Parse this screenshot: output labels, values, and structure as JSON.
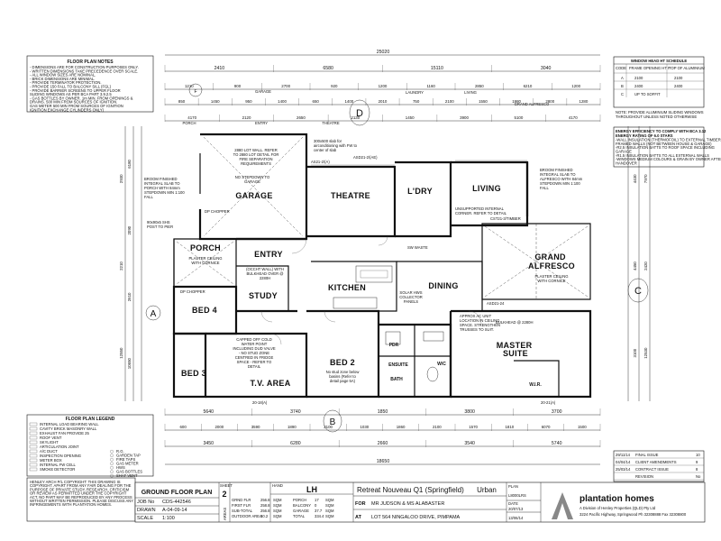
{
  "notes_title": "FLOOR PLAN NOTES",
  "notes": [
    "- DIMENSIONS ARE FOR CONSTRUCTION PURPOSES ONLY.",
    "- WRITTEN DIMENSIONS TAKE PRECEDENCE OVER SCALE.",
    "- ALL WINDOW SIZES ARE NOMINAL.",
    "- BRICK DIMENSIONS ARE MINIMAL.",
    "- PROVIDE TERMINATOR PROTECTION.",
    "- PROVIDE 150 FALL TO BALCONY SILL (FGL)",
    "- PROVIDE BARRIER SCREENS TO UPPER FLOOR",
    "  SLIDING WINDOWS AS PER BCA PART 3.9.2.5",
    "- GAS BOTTLES BY OWNER. 1m MIN. FROM OPENINGS &",
    "  DRAINS. 500 MIN FROM SOURCES OF IGNITION.",
    "  GAS METER 500 MIN FROM SOURCES OF IGNITION",
    "  IGNITION EXCHANGE CYLINDERS ONLY)"
  ],
  "window_schedule": {
    "title": "WINDOW HEAD HT SCHEDULE",
    "headers": [
      "CODE",
      "FRAME OPENING HT FROM FLOOR",
      "TOP OF ALUMINIUM"
    ],
    "rows": [
      [
        "A",
        "2100",
        "2100"
      ],
      [
        "B",
        "2400",
        "2400"
      ],
      [
        "C",
        "UP TO SOFFIT",
        ""
      ]
    ],
    "note": "NOTE: PROVIDE ALUMINIUM SLIDING WINDOWS THROUGHOUT UNLESS NOTED OTHERWISE"
  },
  "energy": {
    "title": "ENERGY EFFICIENCY TO COMPLY WITH BCA 3.12 ENERGY RATING OF 6.0 STARS",
    "lines": [
      "-WALL INSULATION (THERMOFOIL) TO EXTERNAL TIMBER",
      " FRAMED WALLS (NOT BETWEEN HOUSE & GARAGE)",
      "-R2.5 INSULATION BATTS TO ROOF SPACE INCLUDING",
      " GARAGE",
      "-R1.5 INSULATION BATTS TO ALL EXTERNAL WALLS",
      "-WINDOWS MEDIUM COLOURS & GRAIN BY OWNER AFTER",
      " HANDOVER"
    ]
  },
  "top_dims": {
    "overall": "25020",
    "row1": [
      "2410",
      "6580",
      "15110",
      "3040"
    ],
    "row2": [
      "1210",
      "900",
      "2700",
      "920",
      "1200",
      "1160",
      "2850",
      "6210",
      "1200"
    ],
    "row3": [
      "850",
      "1450",
      "950",
      "1400",
      "650",
      "1400",
      "2010",
      "750",
      "2100",
      "1550",
      "1980",
      "2800",
      "1280"
    ],
    "bottom_row": [
      "4170",
      "2120",
      "2650",
      "2130",
      "1450",
      "3900",
      "5100",
      "4170"
    ],
    "labels": [
      "PORCH",
      "ENTRY",
      "GARAGE",
      "THEATRE",
      "LAUNDRY",
      "LIVING",
      "GRAND ALFRESCO"
    ],
    "grid_top": [
      "F",
      "D",
      "E"
    ]
  },
  "bottom_dims": {
    "overall": "18650",
    "row1": [
      "3450",
      "6280",
      "2660",
      "3540",
      "5740"
    ],
    "row2": [
      "600",
      "2000",
      "3590",
      "1890",
      "2100",
      "1030",
      "1860",
      "2100",
      "1570",
      "1810",
      "6070",
      "1500"
    ],
    "row3": [
      "5640",
      "3740",
      "1850",
      "3800",
      "3700"
    ],
    "grid_bottom": [
      "B"
    ]
  },
  "left_dims": [
    "6180",
    "2090",
    "2610",
    "10650",
    "2930",
    "2210",
    "12550"
  ],
  "right_dims": [
    "4430",
    "4450",
    "3100",
    "7970",
    "2420",
    "12530"
  ],
  "grid_side": [
    "A",
    "C"
  ],
  "rooms": {
    "garage": "GARAGE",
    "theatre": "THEATRE",
    "ldry": "L'DRY",
    "living": "LIVING",
    "porch": "PORCH",
    "entry": "ENTRY",
    "grand_alfresco": "GRAND ALFRESCO",
    "study": "STUDY",
    "bed4": "BED 4",
    "kitchen": "KITCHEN",
    "dining": "DINING",
    "bed3": "BED 3",
    "tv_area": "T.V. AREA",
    "bed2": "BED 2",
    "master_suite": "MASTER SUITE",
    "ensuite": "ENSUITE",
    "wir": "W.I.R.",
    "bath": "BATH",
    "wc": "W/C",
    "pdr": "PDR"
  },
  "annotations": {
    "garage_note": "2880 LOT WALL. REFER TO 2880 LOT DETAIL FOR FIRE SEPARATION REQUIREMENTS",
    "no_stepdown": "NO STEPDOWN TO GARAGE",
    "theatre_slab": "300x500 slab for airconditioning with FW to center of slab",
    "broom": "BROOM FINISHED INTEGRAL SLAB TO PORCH WITH 84mm STEPDOWN MIN 1:100 FALL",
    "post": "90x90x5 SHS POST TO PIER",
    "porch_ceiling": "PLASTER CEILING WITH CORNICE",
    "bulkhead": "(OCCHT WALL) WITH BULKHEAD OVER @ 2280H",
    "alfresco_note": "BROOM FINISHED INTEGRAL SLAB TO ALFRESCO WITH 84mm STEPDOWN MIN 1:100 FALL",
    "alfresco_ceiling": "PLASTER CEILING WITH CORNICE",
    "corner": "UNSUPPORTED INTERNAL CORNER. REFER TO DETAIL",
    "solar": "SOLAR HWS COLLECTOR PANELS",
    "ac_unit": "APPROX AC UNIT LOCATION IN CEILING SPACE. STRENGTHEN TRUSSES TO SUIT.",
    "water_point": "CAPPED OFF COLD WATER POINT INCLUDING DUD VALVE - NO STUD ZONE CENTRED IN FRIDGE SPACE - REFER TO DETAIL",
    "bed2_note": "No stud zone below basins (Refer to detail page 5A)",
    "bulkhead_2280": "BULKHEAD @ 2280H",
    "dp_chopper": "DP CHOPPER",
    "bulkhead_sh": "BULKHEAD @ 2280H",
    "sw_waste": "SW WASTE",
    "lintel_a": "ASD21-2/(AE)",
    "lintel_b": "AS21-2/(A)",
    "lintel_c": "CST21-3/TIMBER",
    "lintel_d": "ASD21-24",
    "lintel_e": "20-18(A)",
    "lintel_f": "20-21(A)"
  },
  "legend_title": "FLOOR PLAN LEGEND",
  "legend": [
    "INTERNAL LOAD BEARING WALL",
    "CAVITY BRICK MASONRY WALL",
    "EXHAUST FAN PROVIDE 25 L/SEC CLEAN AIR CIRCULATION 2m/s 15 MIN VENT SWITCH",
    "ROOF VENT",
    "SKYLIGHT",
    "ARTICULATION JOINT",
    "A/C DUCT",
    "INSPECTION OPENING",
    "METER BOX",
    "INTERNAL FW CELL",
    "SMOKE DETECTOR"
  ],
  "legend_right": [
    "R.G.",
    "GARDEN TAP",
    "FIRE TAPS",
    "GAS METER",
    "HWS",
    "GAS BOTTLES",
    "SHAF VENT"
  ],
  "copyright": "HENLEY ARCH P/L COPYRIGHT: THIS DRAWING IS COPYRIGHT. APART FROM ANY FAIR DEALING FOR THE PURPOSE OF PRIVATE STUDY, RESEARCH, CRITICISM OR REVIEW AS PERMITTED UNDER THE COPYRIGHT ACT, NO PART MAY BE REPRODUCED BY ANY PROCESS WITHOUT WRITTEN PERMISSION. PLEASE DISCUSS ANY INFRINGEMENTS WITH PLANTATION HOMES.",
  "title_block": {
    "title": "GROUND FLOOR PLAN",
    "sheet_label": "SHEET",
    "sheet": "2",
    "hand_label": "HAND",
    "hand": "LH",
    "design": "Retreat Nouveau Q1 (Springfield)",
    "facade": "Urban",
    "for_label": "FOR",
    "client": "MR JUDSON & MS ALABASTER",
    "at_label": "AT",
    "address": "LOT 564 NINGALOO DRIVE, PIMPAMA",
    "job_label": "JOB No",
    "job": "CDS-442546",
    "drawn_label": "DRAWN",
    "drawn": "A-04-09-14",
    "scale_label": "SCALE",
    "scale": "1:100",
    "areas_label": "AREAS",
    "areas": [
      [
        "GRND FLR",
        "256.8",
        "SQM"
      ],
      [
        "FIRST FLR",
        "258.8",
        "SQM"
      ],
      [
        "SUB-TOTAL",
        "256.8",
        "SQM"
      ],
      [
        "OUTDOOR AREA",
        "30.2",
        "SQM"
      ],
      [
        "PORCH",
        "17",
        "SQM"
      ],
      [
        "BALCONY",
        "0",
        "SQM"
      ],
      [
        "GARAGE",
        "37.7",
        "SQM"
      ],
      [
        "TOTAL",
        "334.4",
        "SQM"
      ]
    ],
    "plan_label": "PLAN",
    "plan_value": "L8000LRS",
    "date_label": "DATE",
    "date": "20/07/13",
    "issue_date": "13/06/14",
    "brand": "plantation homes",
    "brand_sub": "A Division of Henley Properties (QLD) Pty Ltd",
    "brand_addr": "3224 Pacific Highway, Springwood Ph 32308888 Fax 32308800",
    "revisions": [
      [
        "29/11/14",
        "FINAL ISSUE",
        "10"
      ],
      [
        "04/04/14",
        "CLIENT AMENDMENTS",
        "9"
      ],
      [
        "25/03/14",
        "CONTRACT ISSUE",
        "8"
      ],
      [
        "",
        "REVISION",
        "No"
      ]
    ]
  }
}
